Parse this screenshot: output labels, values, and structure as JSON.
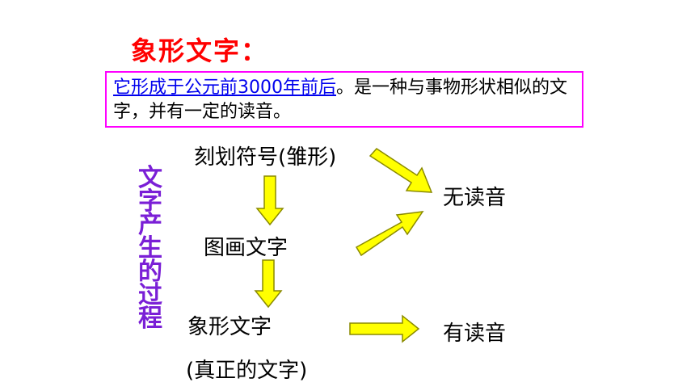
{
  "title": "象形文字：",
  "definition": {
    "link_text": "它形成于公元前3000年前后",
    "rest_text": "。是一种与事物形状相似的文字，并有一定的读音。"
  },
  "side_label": [
    "文",
    "字",
    "产",
    "生",
    "的",
    "过",
    "程"
  ],
  "nodes": {
    "carving": "刻划符号(雏形)",
    "picture": "图画文字",
    "pictograph": "象形文字",
    "true_writing": "(真正的文字)",
    "no_sound": "无读音",
    "has_sound": "有读音"
  },
  "colors": {
    "title": "#ff0000",
    "box_border": "#ff00ff",
    "link": "#0000ee",
    "side_label": "#7a1fd6",
    "arrow_fill": "#ffff00",
    "arrow_stroke": "#8a8a00"
  }
}
